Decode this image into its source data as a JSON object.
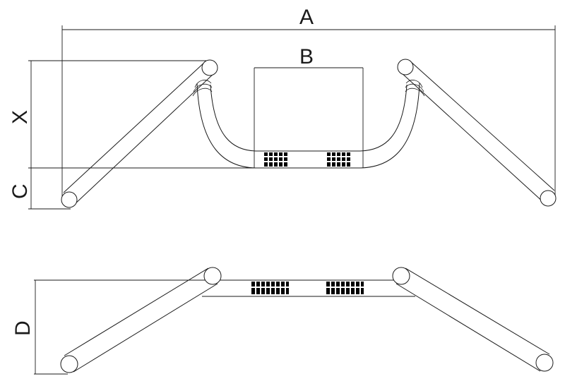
{
  "labels": {
    "a": "A",
    "b": "B",
    "c": "C",
    "x": "X",
    "d": "D"
  },
  "colors": {
    "line": "#1a1a1a",
    "knurl": "#000000",
    "background": "#ffffff"
  }
}
